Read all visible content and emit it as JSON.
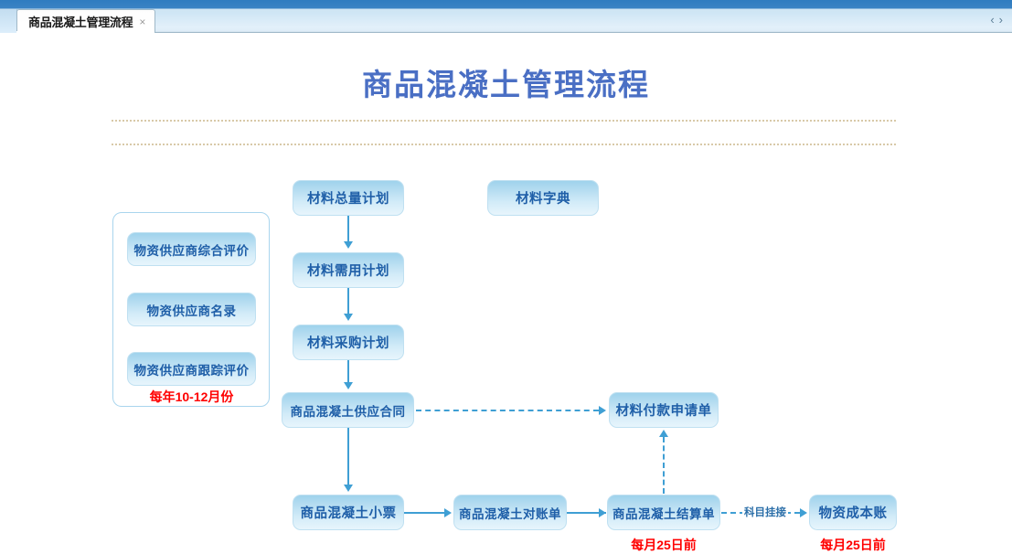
{
  "window": {
    "tab": {
      "title": "商品混凝土管理流程",
      "close_icon": "×"
    },
    "nav": {
      "prev_icon": "‹",
      "next_icon": "›"
    }
  },
  "diagram": {
    "title": "商品混凝土管理流程",
    "accent_color": "#4a6fc4",
    "node_color": "#1f5fa8",
    "connector_color": "#3f9fd4",
    "note_color": "#ff0000",
    "divider_color": "#d8c9a8",
    "nodes": {
      "material_total_plan": "材料总量计划",
      "material_dictionary": "材料字典",
      "material_demand_plan": "材料需用计划",
      "material_purchase_plan": "材料采购计划",
      "concrete_supply_contract": "商品混凝土供应合同",
      "material_payment_request": "材料付款申请单",
      "concrete_ticket": "商品混凝土小票",
      "concrete_reconciliation": "商品混凝土对账单",
      "concrete_settlement": "商品混凝土结算单",
      "material_cost_ledger": "物资成本账",
      "supplier_overall_rating": "物资供应商综合评价",
      "supplier_directory": "物资供应商名录",
      "supplier_tracking_rating": "物资供应商跟踪评价"
    },
    "edge_labels": {
      "account_link": "科目挂接"
    },
    "notes": {
      "supplier_panel": "每年10-12月份",
      "settlement_deadline": "每月25日前",
      "cost_ledger_deadline": "每月25日前"
    }
  }
}
